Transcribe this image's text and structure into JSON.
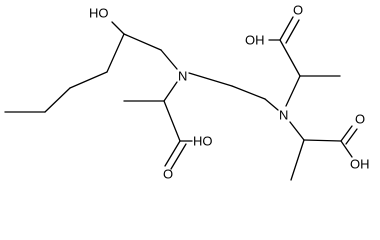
{
  "molecule": {
    "atoms": {
      "oh_top_left": "HO",
      "n_left": "N",
      "n_right": "N",
      "o_acid1_dbl": "O",
      "oh_acid1": "OH",
      "oh_acid2": "HO",
      "o_acid2_dbl": "O",
      "o_acid3_dbl": "O",
      "oh_acid3": "OH"
    }
  }
}
